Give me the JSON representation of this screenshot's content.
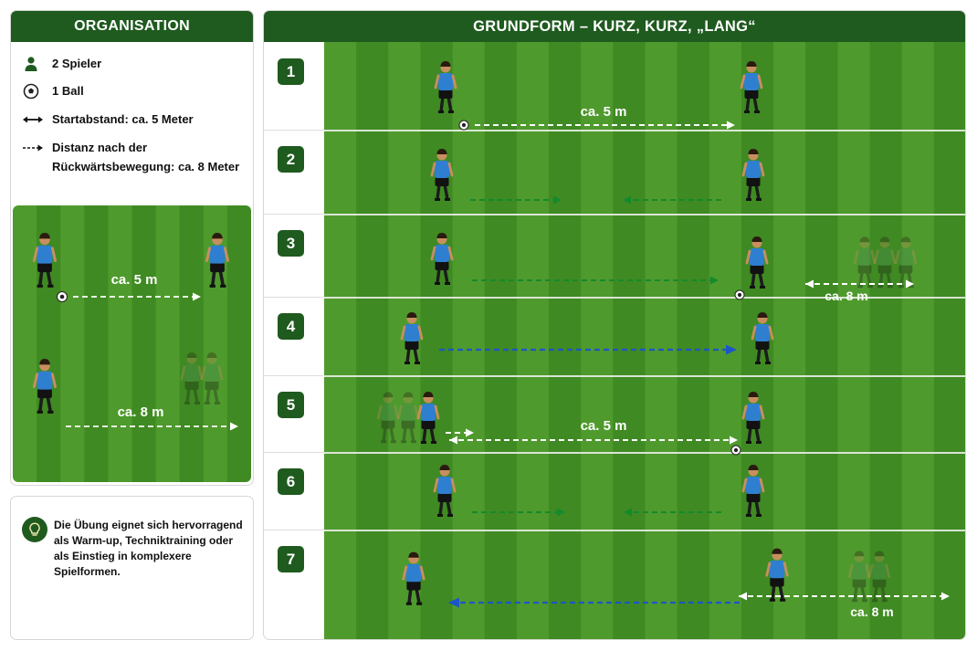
{
  "organisation": {
    "title": "ORGANISATION",
    "items": [
      {
        "icon": "player-icon",
        "label": "2 Spieler"
      },
      {
        "icon": "ball-icon",
        "label": "1 Ball"
      },
      {
        "icon": "double-arrow-icon",
        "label": "Startabstand: ca. 5 Meter"
      },
      {
        "icon": "dashed-arrow-icon",
        "label_line1": "Distanz nach der",
        "label_line2": "Rückwärtsbewegung: ca. 8 Meter"
      }
    ],
    "illustration": {
      "label_5m": "ca. 5 m",
      "label_8m": "ca. 8 m"
    }
  },
  "tip": {
    "icon": "lightbulb-icon",
    "line1": "Die Übung eignet sich hervorragend",
    "line2": "als Warm-up, Techniktraining oder",
    "line3": "als Einstieg in komplexere Spielformen."
  },
  "main": {
    "title": "GRUNDFORM – KURZ, KURZ, „LANG“",
    "steps": [
      {
        "number": "1",
        "label": "ca. 5 m"
      },
      {
        "number": "2"
      },
      {
        "number": "3",
        "label": "ca. 8 m"
      },
      {
        "number": "4"
      },
      {
        "number": "5",
        "label": "ca. 5 m"
      },
      {
        "number": "6"
      },
      {
        "number": "7",
        "label": "ca. 8 m"
      }
    ]
  },
  "colors": {
    "header_green": "#1f5a1f",
    "grass_light": "#4f9a2d",
    "grass_dark": "#3f8a22",
    "jersey_blue": "#2f7fd1",
    "arrow_green": "#148a2c",
    "arrow_blue": "#1c55c8",
    "arrow_white": "#ffffff"
  }
}
